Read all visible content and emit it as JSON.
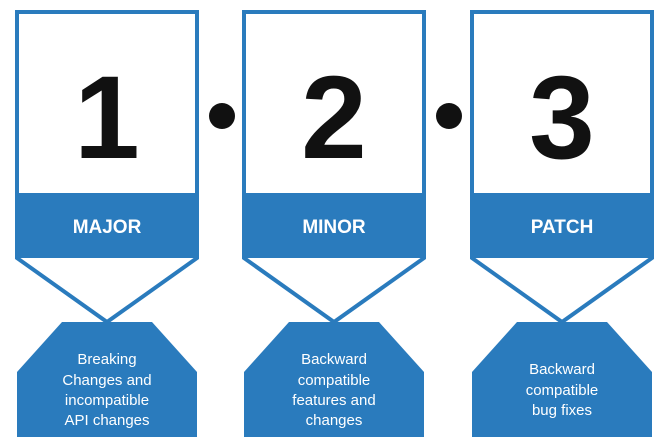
{
  "colors": {
    "accent": "#2a7bbd",
    "digit": "#111111",
    "dot": "#111111",
    "label_text": "#ffffff",
    "desc_text": "#ffffff",
    "background": "#ffffff"
  },
  "separator_icon": "filled-circle",
  "parts": [
    {
      "number": "1",
      "label": "MAJOR",
      "description": [
        "Breaking",
        "Changes and",
        "incompatible",
        "API changes"
      ]
    },
    {
      "number": "2",
      "label": "MINOR",
      "description": [
        "Backward",
        "compatible",
        "features and",
        "changes"
      ]
    },
    {
      "number": "3",
      "label": "PATCH",
      "description": [
        "Backward",
        "compatible",
        "bug fixes"
      ]
    }
  ]
}
